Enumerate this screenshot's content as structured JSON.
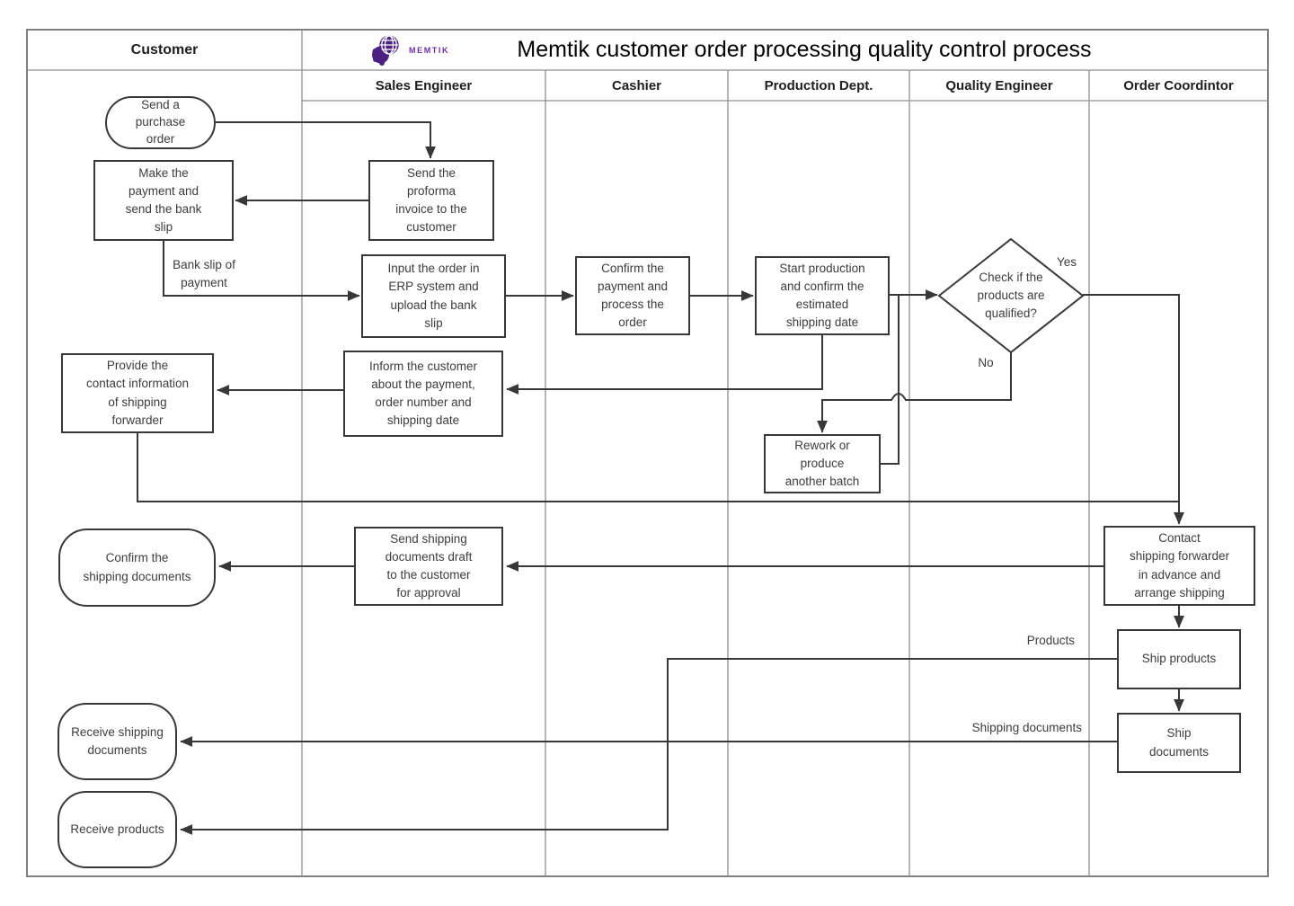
{
  "title_bar": {
    "customer_label": "Customer",
    "brand_text": "MEMTIK",
    "title": "Memtik customer order processing quality control process"
  },
  "lane_headers": {
    "sales": "Sales Engineer",
    "cashier": "Cashier",
    "production": "Production Dept.",
    "quality": "Quality Engineer",
    "order": "Order Coordintor"
  },
  "nodes": {
    "send_purchase_order": {
      "shape": "stadium",
      "label": "Send a\npurchase\norder"
    },
    "make_payment": {
      "shape": "rect",
      "label": "Make the\npayment and\nsend the bank\nslip"
    },
    "send_proforma": {
      "shape": "rect",
      "label": "Send the\nproforma\ninvoice to the\ncustomer"
    },
    "input_order": {
      "shape": "rect",
      "label": "Input the order in\nERP system and\nupload the bank\nslip"
    },
    "confirm_payment": {
      "shape": "rect",
      "label": "Confirm the\npayment and\nprocess the\norder"
    },
    "start_production": {
      "shape": "rect",
      "label": "Start production\nand confirm the\nestimated\nshipping date"
    },
    "check_qualified": {
      "shape": "diamond",
      "label": "Check if the\nproducts are\nqualified?"
    },
    "provide_contact": {
      "shape": "rect",
      "label": "Provide the\ncontact information\nof shipping\nforwarder"
    },
    "inform_customer": {
      "shape": "rect",
      "label": "Inform the customer\nabout the payment,\norder number and\nshipping date"
    },
    "rework": {
      "shape": "rect",
      "label": "Rework or\nproduce\nanother batch"
    },
    "confirm_docs": {
      "shape": "stadium",
      "label": "Confirm the\nshipping documents"
    },
    "send_draft": {
      "shape": "rect",
      "label": "Send shipping\ndocuments draft\nto the customer\nfor approval"
    },
    "contact_forwarder": {
      "shape": "rect",
      "label": "Contact\nshipping forwarder\nin advance and\narrange shipping"
    },
    "ship_products": {
      "shape": "rect",
      "label": "Ship products"
    },
    "ship_documents": {
      "shape": "rect",
      "label": "Ship\ndocuments"
    },
    "receive_docs": {
      "shape": "stadium",
      "label": "Receive shipping\ndocuments"
    },
    "receive_products": {
      "shape": "stadium",
      "label": "Receive products"
    }
  },
  "edge_labels": {
    "bank_slip": "Bank slip of\npayment",
    "yes": "Yes",
    "no": "No",
    "products": "Products",
    "shipping_documents": "Shipping documents"
  },
  "colors": {
    "brand_purple": "#4b2080",
    "brand_text_purple": "#7030a0",
    "line": "#383838",
    "lane_border": "#8f8f8f",
    "node_text": "#3d3d3d"
  }
}
